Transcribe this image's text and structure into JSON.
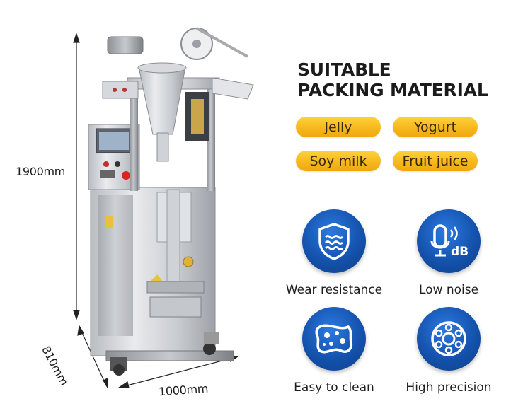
{
  "dimensions": {
    "height": "1900mm",
    "depth": "810mm",
    "width": "1000mm"
  },
  "title": {
    "line1": "SUITABLE",
    "line2": "PACKING MATERIAL"
  },
  "materials": [
    "Jelly",
    "Yogurt",
    "Soy milk",
    "Fruit juice"
  ],
  "features": [
    {
      "label": "Wear resistance",
      "icon": "wave-shield-icon"
    },
    {
      "label": "Low noise",
      "icon": "microphone-db-icon"
    },
    {
      "label": "Easy to clean",
      "icon": "sponge-icon"
    },
    {
      "label": "High precision",
      "icon": "bearing-icon"
    }
  ],
  "colors": {
    "pill": "#f6b81e",
    "icon_circle": "#1452ad"
  }
}
